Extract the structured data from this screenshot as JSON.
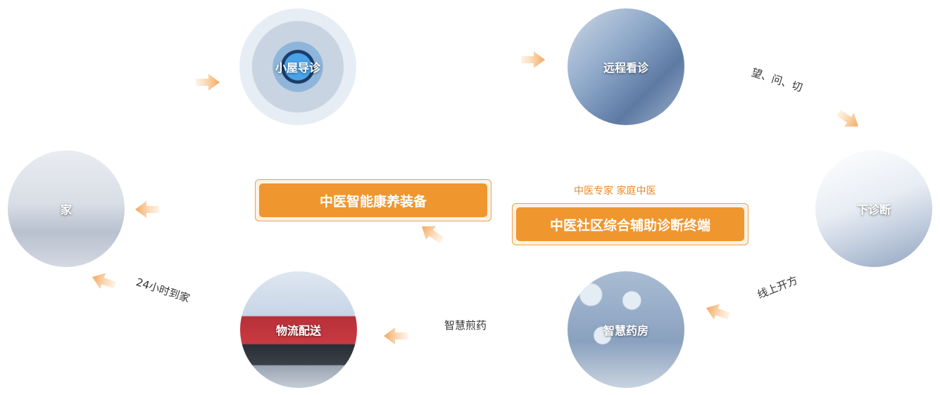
{
  "nodes": {
    "guide": "小屋导诊",
    "remote": "远程看诊",
    "offline": "下诊断",
    "pharmacy": "智慧药房",
    "logistics": "物流配送",
    "home": "家"
  },
  "steps": {
    "observe": "望、问、切",
    "prescribe": "线上开方",
    "decoct": "智慧煎药",
    "delivery": "24小时到家"
  },
  "center": {
    "equipment": "中医智能康养装备",
    "terminal": "中医社区综合辅助诊断终端",
    "terminal_sub": "中医专家   家庭中医"
  },
  "colors": {
    "accent": "#f0962f",
    "arrow": "#f4a55a"
  }
}
